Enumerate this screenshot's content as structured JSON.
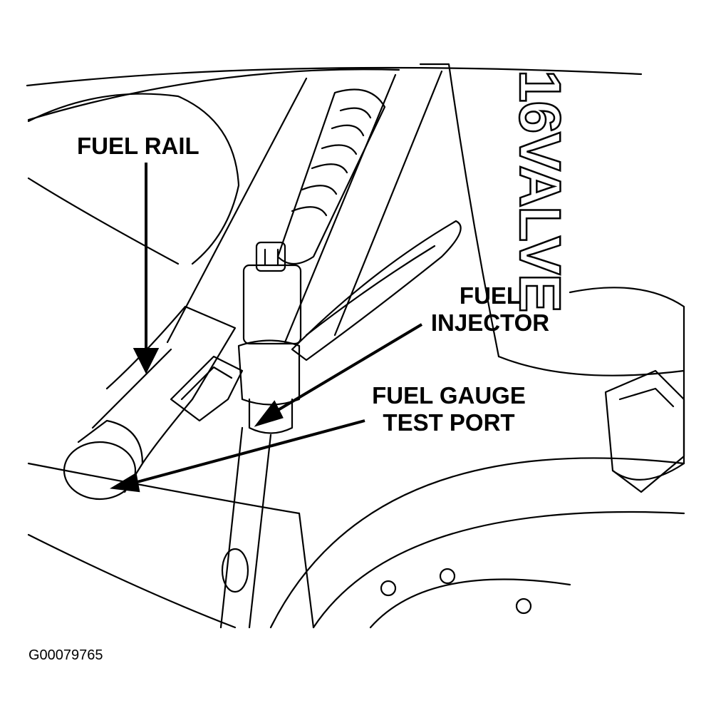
{
  "labels": {
    "fuel_rail": "FUEL RAIL",
    "fuel_injector": [
      "FUEL",
      "INJECTOR"
    ],
    "fuel_gauge_test_port": [
      "FUEL GAUGE",
      "TEST PORT"
    ]
  },
  "engine_cover_lettering": "16VALVE",
  "figure_id": "G00079765",
  "colors": {
    "ink": "#000000",
    "paper": "#ffffff"
  }
}
